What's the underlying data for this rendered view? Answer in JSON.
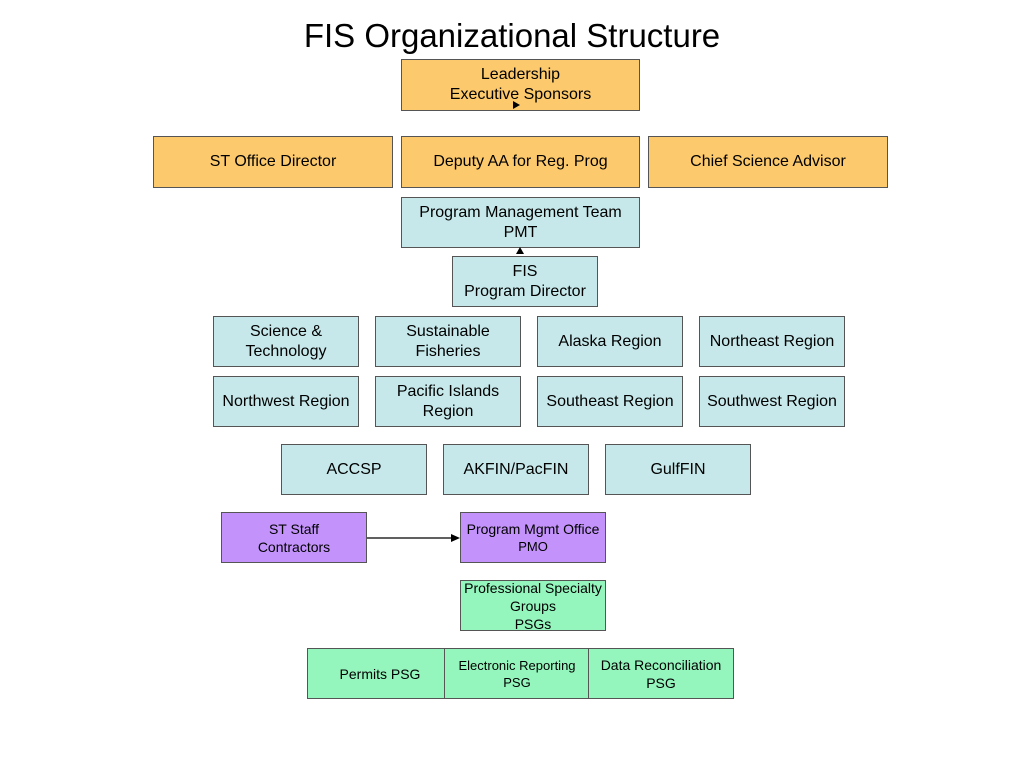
{
  "title": "FIS Organizational Structure",
  "leadership": {
    "line1": "Leadership",
    "line2": "Executive Sponsors"
  },
  "row_executives": {
    "st_office_director": "ST Office Director",
    "deputy_aa": "Deputy AA for Reg. Prog",
    "chief_science_advisor": "Chief Science Advisor"
  },
  "pmt": {
    "line1": "Program Management Team",
    "line2": "PMT"
  },
  "fis_director": {
    "line1": "FIS",
    "line2": "Program Director"
  },
  "regions_row1": {
    "science_tech": {
      "line1": "Science &",
      "line2": "Technology"
    },
    "sustainable_fisheries": {
      "line1": "Sustainable",
      "line2": "Fisheries"
    },
    "alaska": "Alaska Region",
    "northeast": "Northeast Region"
  },
  "regions_row2": {
    "northwest": "Northwest Region",
    "pacific_islands": {
      "line1": "Pacific Islands",
      "line2": "Region"
    },
    "southeast": "Southeast Region",
    "southwest": "Southwest Region"
  },
  "fins": {
    "accsp": "ACCSP",
    "akfin": "AKFIN/PacFIN",
    "gulffin": "GulfFIN"
  },
  "st_staff": {
    "line1": "ST Staff",
    "line2": "Contractors"
  },
  "pmo": {
    "line1": "Program Mgmt Office",
    "line2": "PMO"
  },
  "psg": {
    "line1": "Professional Specialty",
    "line2": "Groups",
    "line3": "PSGs"
  },
  "psg_groups": {
    "permits": "Permits PSG",
    "electronic_reporting": {
      "line1": "Electronic Reporting",
      "line2": "PSG"
    },
    "data_reconciliation": {
      "line1": "Data Reconciliation",
      "line2": "PSG"
    }
  },
  "colors": {
    "executive": "#fcc96c",
    "management": "#c6e8ea",
    "staff": "#c392fb",
    "psg": "#94f5bd"
  }
}
